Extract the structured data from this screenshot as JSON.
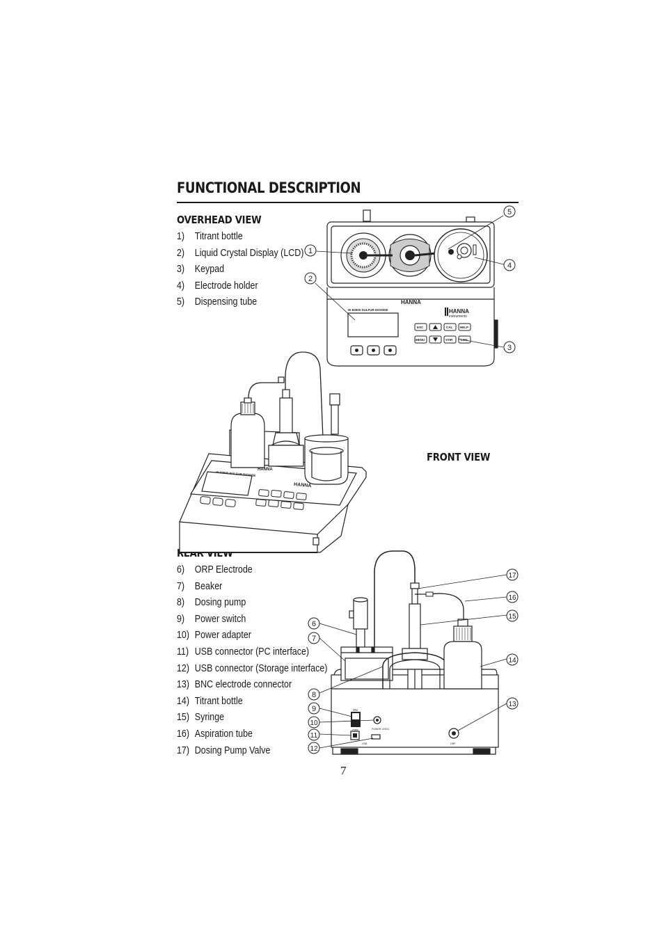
{
  "page": {
    "title": "FUNCTIONAL  DESCRIPTION",
    "page_number": "7"
  },
  "overhead": {
    "heading": "OVERHEAD VIEW",
    "items": [
      {
        "num": "1)",
        "label": "Titrant bottle"
      },
      {
        "num": "2)",
        "label": "Liquid Crystal Display (LCD)"
      },
      {
        "num": "3)",
        "label": "Keypad"
      },
      {
        "num": "4)",
        "label": "Electrode holder"
      },
      {
        "num": "5)",
        "label": "Dispensing tube"
      }
    ]
  },
  "front": {
    "heading": "FRONT VIEW"
  },
  "rear": {
    "heading": "REAR VIEW",
    "items": [
      {
        "num": "6)",
        "label": "ORP Electrode"
      },
      {
        "num": "7)",
        "label": "Beaker"
      },
      {
        "num": "8)",
        "label": "Dosing pump"
      },
      {
        "num": "9)",
        "label": "Power switch"
      },
      {
        "num": "10)",
        "label": "Power adapter"
      },
      {
        "num": "11)",
        "label": "USB connector (PC interface)"
      },
      {
        "num": "12)",
        "label": "USB connector (Storage interface)"
      },
      {
        "num": "13)",
        "label": "BNC electrode connector"
      },
      {
        "num": "14)",
        "label": "Titrant bottle"
      },
      {
        "num": "15)",
        "label": "Syringe"
      },
      {
        "num": "16)",
        "label": "Aspiration tube"
      },
      {
        "num": "17)",
        "label": "Dosing Pump Valve"
      }
    ]
  },
  "diagram_labels": {
    "model_top": "HI 84500 SULFUR DIOXIDE",
    "model_front": "HI 84500 SULFUR DIOXIDE",
    "brand": "HANNA",
    "brand_sub": "instruments",
    "keys": [
      "ESC",
      "CAL",
      "HELP",
      "MENU",
      "STIR",
      "LOG"
    ],
    "rear_on": "ON",
    "rear_off": "OFF",
    "rear_power": "POWER 12VDC",
    "rear_usb": "USB",
    "rear_orp": "ORP"
  },
  "callouts": {
    "c1": "1",
    "c2": "2",
    "c3": "3",
    "c4": "4",
    "c5": "5",
    "c6": "6",
    "c7": "7",
    "c8": "8",
    "c9": "9",
    "c10": "10",
    "c11": "11",
    "c12": "12",
    "c13": "13",
    "c14": "14",
    "c15": "15",
    "c16": "16",
    "c17": "17"
  }
}
